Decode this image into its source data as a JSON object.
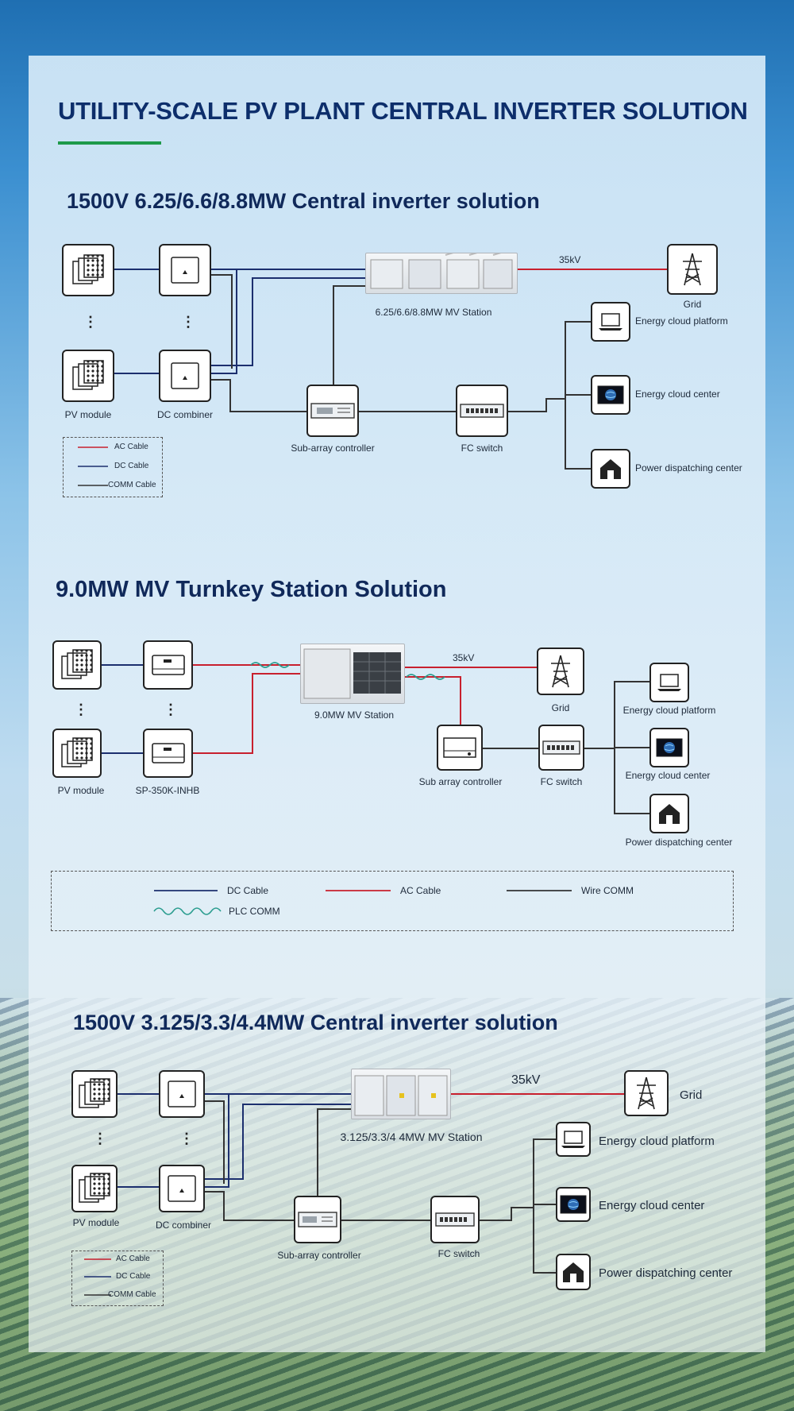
{
  "title": "UTILITY-SCALE PV PLANT CENTRAL INVERTER SOLUTION",
  "colors": {
    "ac": "#c8202e",
    "dc": "#1c2f6e",
    "comm": "#333333",
    "plc": "#2a9d8f",
    "accent": "#1e9a4a",
    "title": "#0d2e6b"
  },
  "icons": {
    "pv": "solar-panel-icon",
    "combiner": "combiner-box-icon",
    "grid": "transmission-tower-icon",
    "laptop": "laptop-icon",
    "globe": "globe-screen-icon",
    "house": "house-icon",
    "controller": "controller-icon",
    "switch": "network-switch-icon"
  },
  "s1": {
    "title": "1500V 6.25/6.6/8.8MW Central inverter solution",
    "pv": "PV module",
    "combiner": "DC combiner",
    "station": "6.25/6.6/8.8MW MV Station",
    "voltage": "35kV",
    "grid": "Grid",
    "controller": "Sub-array controller",
    "fc": "FC switch",
    "platform": "Energy cloud platform",
    "center": "Energy cloud center",
    "dispatch": "Power dispatching center",
    "legend": {
      "ac": "AC Cable",
      "dc": "DC Cable",
      "comm": "COMM Cable"
    },
    "dots": "⋮"
  },
  "s2": {
    "title": "9.0MW MV Turnkey Station Solution",
    "pv": "PV module",
    "inverter": "SP-350K-INHB",
    "station": "9.0MW MV Station",
    "voltage": "35kV",
    "grid": "Grid",
    "controller": "Sub array controller",
    "fc": "FC switch",
    "platform": "Energy cloud platform",
    "center": "Energy cloud center",
    "dispatch": "Power dispatching center",
    "legend": {
      "dc": "DC Cable",
      "ac": "AC Cable",
      "wire": "Wire COMM",
      "plc": "PLC COMM"
    },
    "dots": "⋮"
  },
  "s3": {
    "title": "1500V 3.125/3.3/4.4MW Central inverter solution",
    "pv": "PV module",
    "combiner": "DC combiner",
    "station": "3.125/3.3/4 4MW MV Station",
    "voltage": "35kV",
    "grid": "Grid",
    "controller": "Sub-array controller",
    "fc": "FC switch",
    "platform": "Energy cloud platform",
    "center": "Energy cloud center",
    "dispatch": "Power dispatching center",
    "legend": {
      "ac": "AC Cable",
      "dc": "DC Cable",
      "comm": "COMM Cable"
    },
    "dots": "⋮"
  }
}
